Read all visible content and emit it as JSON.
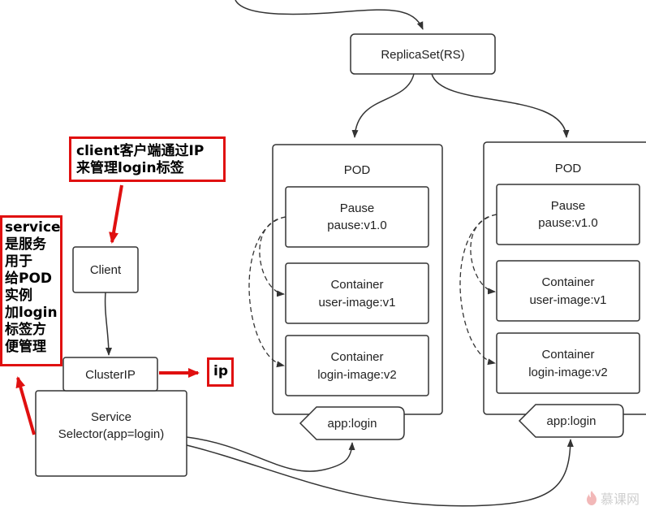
{
  "replicaset": {
    "label": "ReplicaSet(RS)"
  },
  "pods": [
    {
      "title": "POD",
      "pause": {
        "line1": "Pause",
        "line2": "pause:v1.0"
      },
      "container1": {
        "line1": "Container",
        "line2": "user-image:v1"
      },
      "container2": {
        "line1": "Container",
        "line2": "login-image:v2"
      },
      "label_tag": "app:login"
    },
    {
      "title": "POD",
      "pause": {
        "line1": "Pause",
        "line2": "pause:v1.0"
      },
      "container1": {
        "line1": "Container",
        "line2": "user-image:v1"
      },
      "container2": {
        "line1": "Container",
        "line2": "login-image:v2"
      },
      "label_tag": "app:login"
    }
  ],
  "client": {
    "label": "Client"
  },
  "clusterip": {
    "label": "ClusterIP"
  },
  "service": {
    "line1": "Service",
    "line2": "Selector(app=login)"
  },
  "callouts": {
    "client_note": {
      "line1": "client客户端通过IP",
      "line2": "来管理login标签"
    },
    "service_note": {
      "lines": [
        "service",
        "是服务",
        "用于",
        "给POD",
        "实例",
        "加login",
        "标签方",
        "便管理"
      ]
    },
    "ip_note": {
      "label": "ip"
    }
  },
  "watermark": {
    "text": "慕课网"
  },
  "colors": {
    "annotation_red": "#e01010",
    "line": "#333333"
  }
}
